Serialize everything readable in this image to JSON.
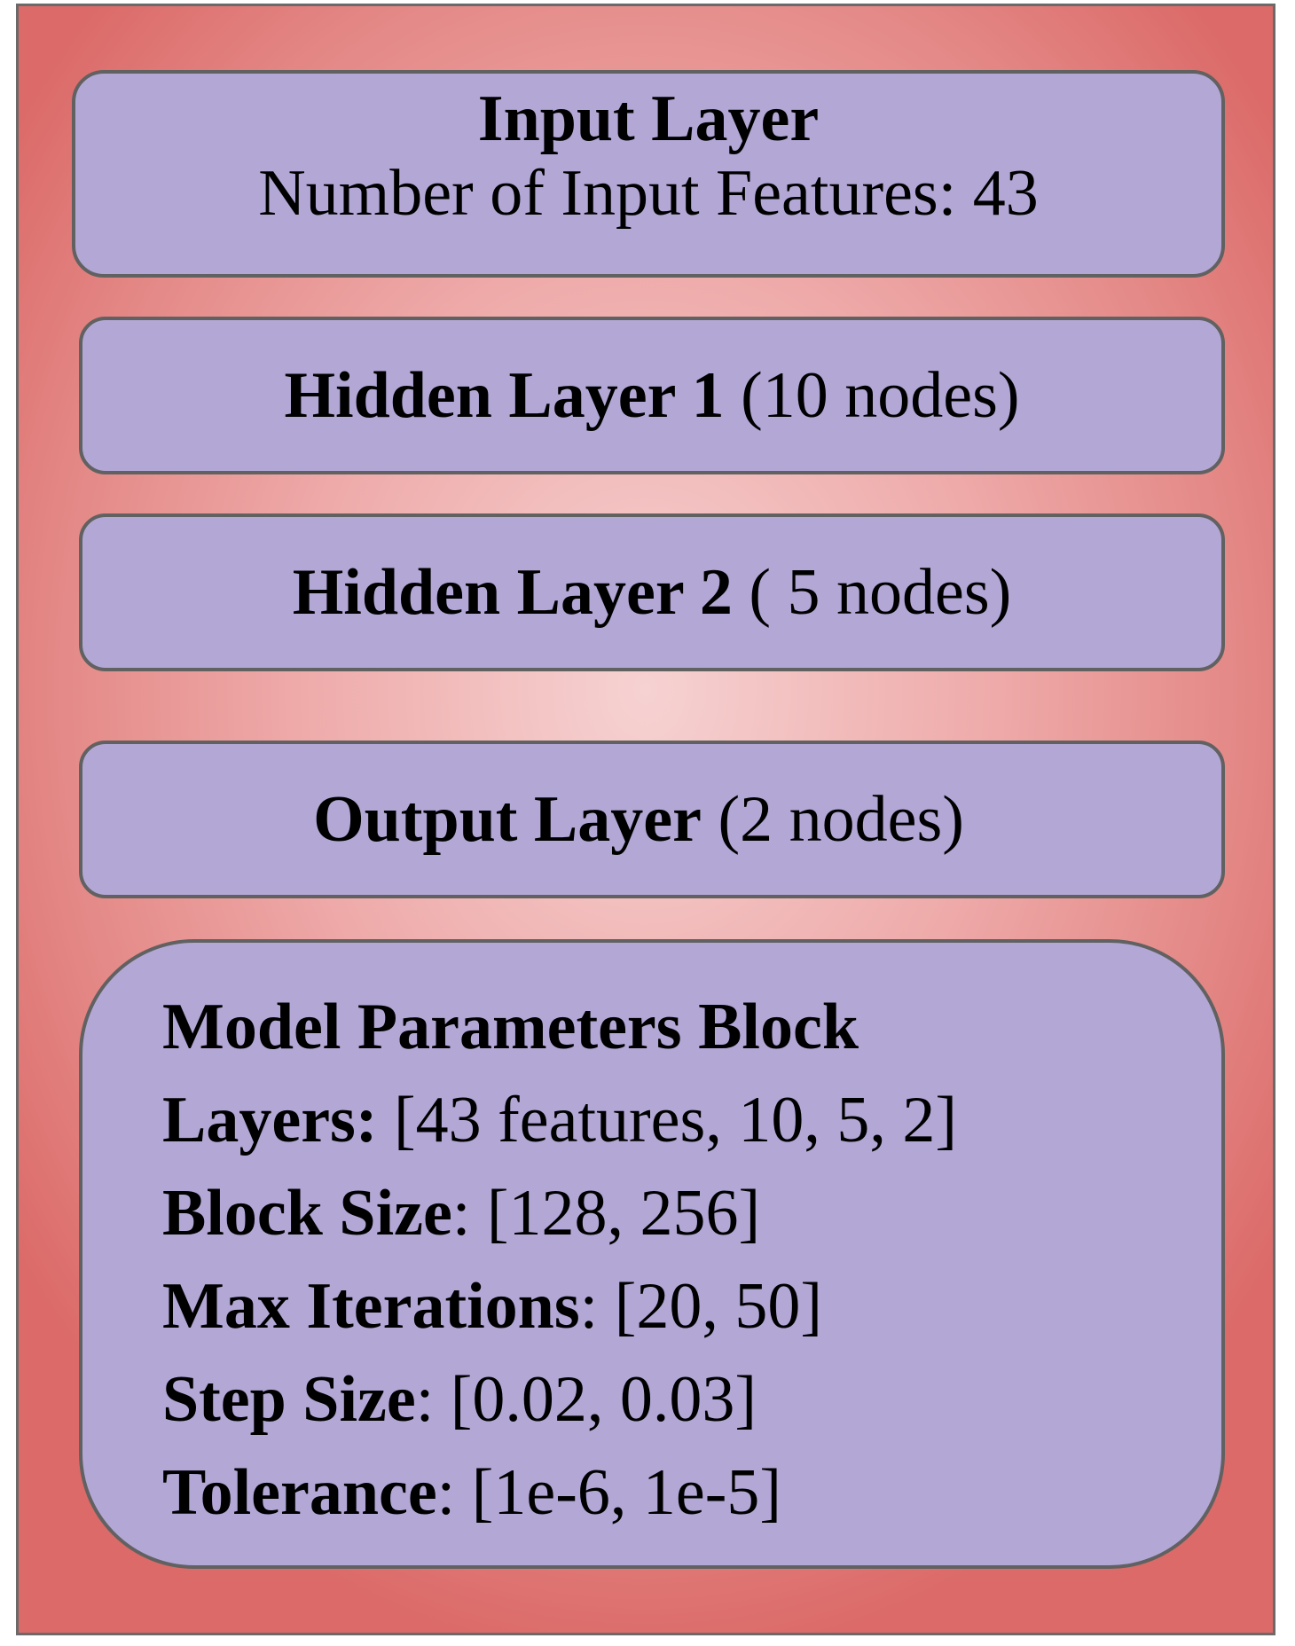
{
  "input_layer": {
    "title": "Input Layer",
    "subtitle": "Number of Input Features: 43"
  },
  "hidden_layer_1": {
    "title": "Hidden Layer 1",
    "detail": "(10 nodes)"
  },
  "hidden_layer_2": {
    "title": "Hidden Layer 2",
    "detail": "( 5 nodes)"
  },
  "output_layer": {
    "title": "Output Layer",
    "detail": "(2 nodes)"
  },
  "model_parameters": {
    "title": "Model Parameters Block",
    "layers_label": "Layers:",
    "layers_value": " [43 features, 10, 5, 2]",
    "block_size_label": "Block Size",
    "block_size_value": ":  [128, 256]",
    "max_iterations_label": "Max Iterations",
    "max_iterations_value": ":  [20, 50]",
    "step_size_label": "Step Size",
    "step_size_value": ": [0.02, 0.03]",
    "tolerance_label": "Tolerance",
    "tolerance_value": ":  [1e-6, 1e-5]"
  },
  "colors": {
    "background_outer": "#db6a68",
    "background_center": "#f6d2d2",
    "box_fill": "#b3a7d6",
    "box_border": "#616161"
  }
}
